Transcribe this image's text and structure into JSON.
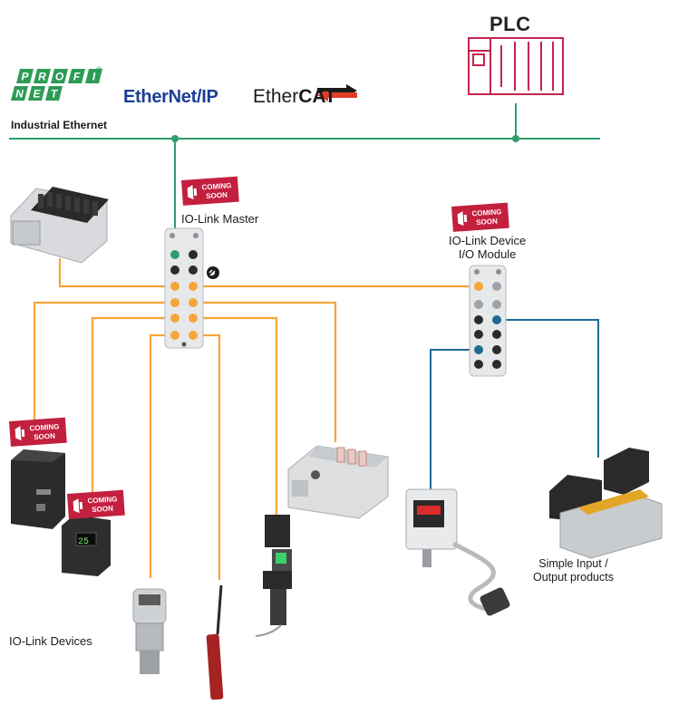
{
  "plc": {
    "title": "PLC"
  },
  "network": {
    "label": "Industrial Ethernet",
    "logos": {
      "profinet_row1": [
        "P",
        "R",
        "O",
        "F",
        "I"
      ],
      "profinet_row2": [
        "N",
        "E",
        "T"
      ],
      "ethernetip": "EtherNet/IP",
      "ethercat_prefix": "Ether",
      "ethercat_suffix": "CAT"
    }
  },
  "badges": {
    "line1": "COMING",
    "line2": "SOON"
  },
  "io_link_master": {
    "label": "IO-Link Master"
  },
  "io_link_device": {
    "line1": "IO-Link Device",
    "line2": "I/O Module"
  },
  "simple_io": {
    "line1": "Simple Input /",
    "line2": "Output products"
  },
  "io_link_devices": {
    "label": "IO-Link Devices"
  },
  "colors": {
    "ethernet": "#2e9e6b",
    "io_link": "#f5a53a",
    "simple_io": "#1e6a94",
    "plc": "#c6234f",
    "badge": "#c3203f",
    "profinet": "#2d9b55",
    "ethernetip": "#1c3f94"
  }
}
